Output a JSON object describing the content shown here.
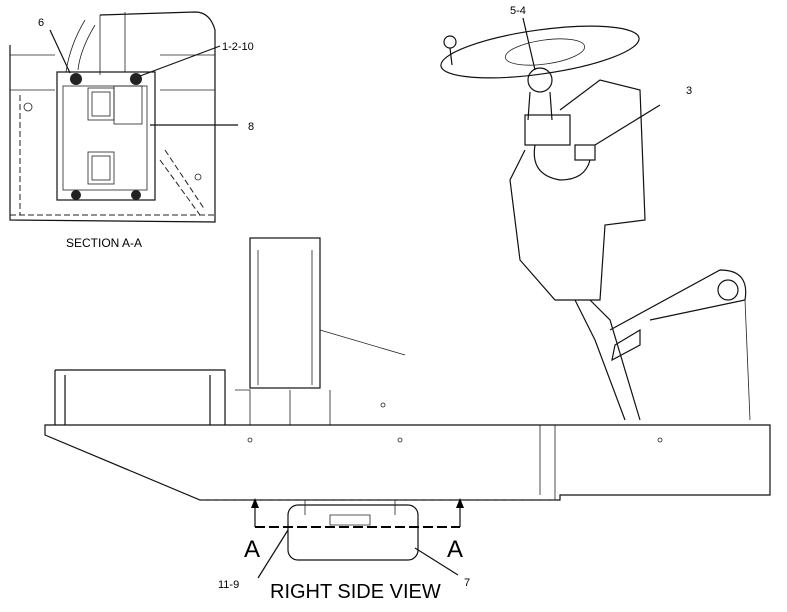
{
  "callouts": {
    "c6": "6",
    "c1_2_10": "1-2-10",
    "c8": "8",
    "c5_4": "5-4",
    "c3": "3",
    "c11_9": "11-9",
    "c7": "7"
  },
  "section_markers": {
    "left": "A",
    "right": "A"
  },
  "captions": {
    "section": "SECTION A-A",
    "view": "RIGHT SIDE VIEW"
  }
}
